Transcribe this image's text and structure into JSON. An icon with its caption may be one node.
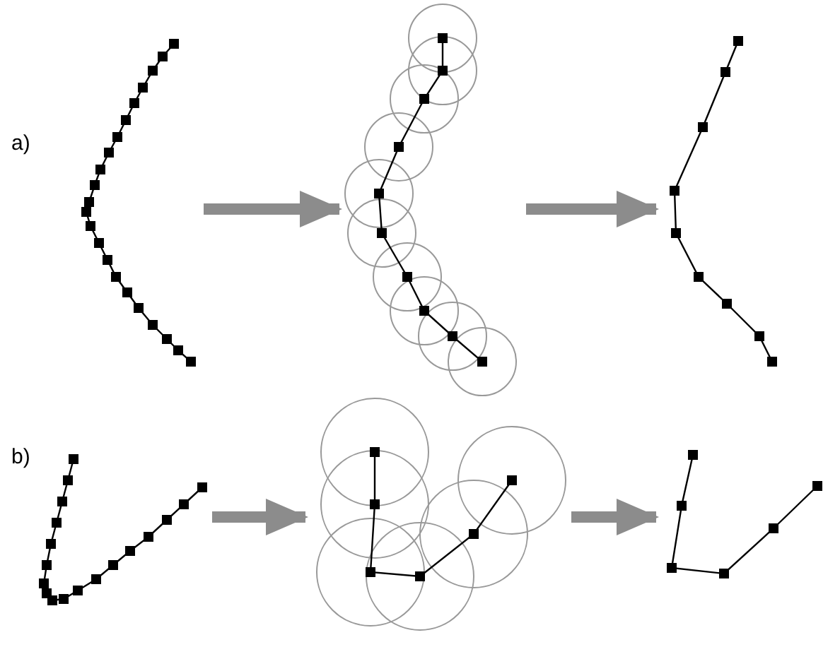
{
  "diagram": {
    "nodes": [
      {
        "text": [],
        "shape": "picture"
      },
      {
        "text": [],
        "shape": "picture"
      },
      {
        "text": [],
        "shape": "picture"
      },
      {
        "text": [],
        "shape": "picture"
      },
      {
        "text": [],
        "shape": "picture"
      },
      {
        "text": [],
        "shape": "picture"
      }
    ],
    "edges": [
      {
        "from": 0,
        "to": 1,
        "arrow": "to"
      },
      {
        "from": 1,
        "to": 2,
        "arrow": "to"
      },
      {
        "from": 3,
        "to": 4,
        "arrow": "to"
      },
      {
        "from": 4,
        "to": 5,
        "arrow": "to"
      }
    ],
    "labels": [
      "a)",
      "b)"
    ]
  }
}
